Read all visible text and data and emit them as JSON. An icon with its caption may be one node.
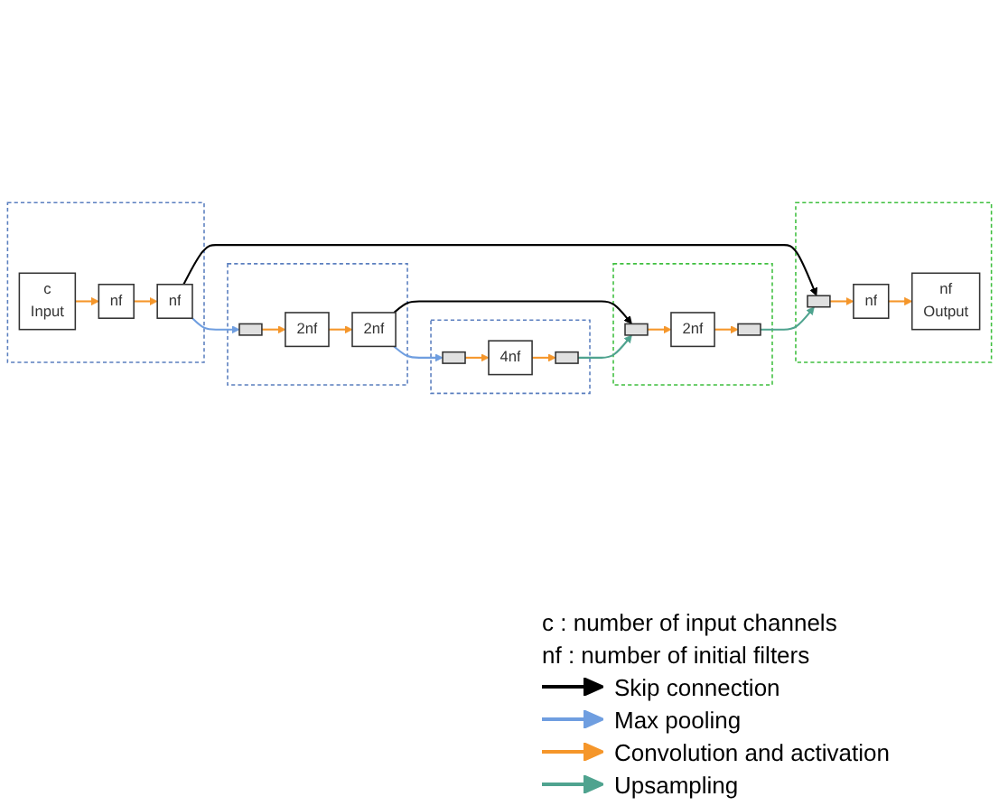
{
  "diagram": {
    "nodes": [
      {
        "text": [],
        "shape": "box"
      },
      {
        "text": [
          "c",
          "Input"
        ],
        "in": 0
      },
      {
        "text": [
          "nf"
        ],
        "in": 0
      },
      {
        "text": [
          "nf"
        ],
        "in": 0
      },
      {
        "text": [],
        "shape": "box"
      },
      {
        "text": [],
        "shape": "bar",
        "in": 4
      },
      {
        "text": [
          "nf"
        ],
        "in": 4
      },
      {
        "text": [
          "nf",
          "Output"
        ],
        "in": 4
      },
      {
        "text": [],
        "shape": "box"
      },
      {
        "text": [],
        "shape": "bar",
        "in": 8
      },
      {
        "text": [
          "2nf"
        ],
        "in": 8
      },
      {
        "text": [
          "2nf"
        ],
        "in": 8
      },
      {
        "text": [],
        "shape": "box"
      },
      {
        "text": [],
        "shape": "bar",
        "in": 12
      },
      {
        "text": [
          "2nf"
        ],
        "in": 12
      },
      {
        "text": [],
        "shape": "bar",
        "in": 12
      },
      {
        "text": [],
        "shape": "box"
      },
      {
        "text": [],
        "shape": "bar",
        "in": 16
      },
      {
        "text": [
          "4nf"
        ],
        "in": 16
      },
      {
        "text": [],
        "shape": "bar",
        "in": 16
      }
    ],
    "edges": [
      {
        "from": 1,
        "to": 2,
        "arrow": "to"
      },
      {
        "from": 2,
        "to": 3,
        "arrow": "to"
      },
      {
        "from": 3,
        "to": 5,
        "arrow": "to",
        "color": "#000000"
      },
      {
        "from": 5,
        "to": 6,
        "arrow": "to"
      },
      {
        "from": 6,
        "to": 7,
        "arrow": "to"
      },
      {
        "from": 3,
        "to": 9,
        "arrow": "to",
        "color": "#6f9ee0"
      },
      {
        "from": 9,
        "to": 10,
        "arrow": "to"
      },
      {
        "from": 10,
        "to": 11,
        "arrow": "to"
      },
      {
        "from": 11,
        "to": 13,
        "arrow": "to",
        "color": "#000000"
      },
      {
        "from": 13,
        "to": 14,
        "arrow": "to"
      },
      {
        "from": 14,
        "to": 15,
        "arrow": "to"
      },
      {
        "from": 15,
        "to": 5,
        "arrow": "to",
        "color": "#4fa38f"
      },
      {
        "from": 11,
        "to": 17,
        "arrow": "to",
        "color": "#6f9ee0"
      },
      {
        "from": 17,
        "to": 18,
        "arrow": "to"
      },
      {
        "from": 18,
        "to": 19,
        "arrow": "to"
      },
      {
        "from": 19,
        "to": 13,
        "arrow": "to",
        "color": "#4fa38f"
      }
    ],
    "labels": [
      "c : number of input channels",
      "nf : number of initial filters"
    ],
    "legend": [
      {
        "text": "Skip connection"
      },
      {
        "text": "Max pooling"
      },
      {
        "text": "Convolution and activation"
      },
      {
        "text": "Upsampling"
      }
    ]
  }
}
